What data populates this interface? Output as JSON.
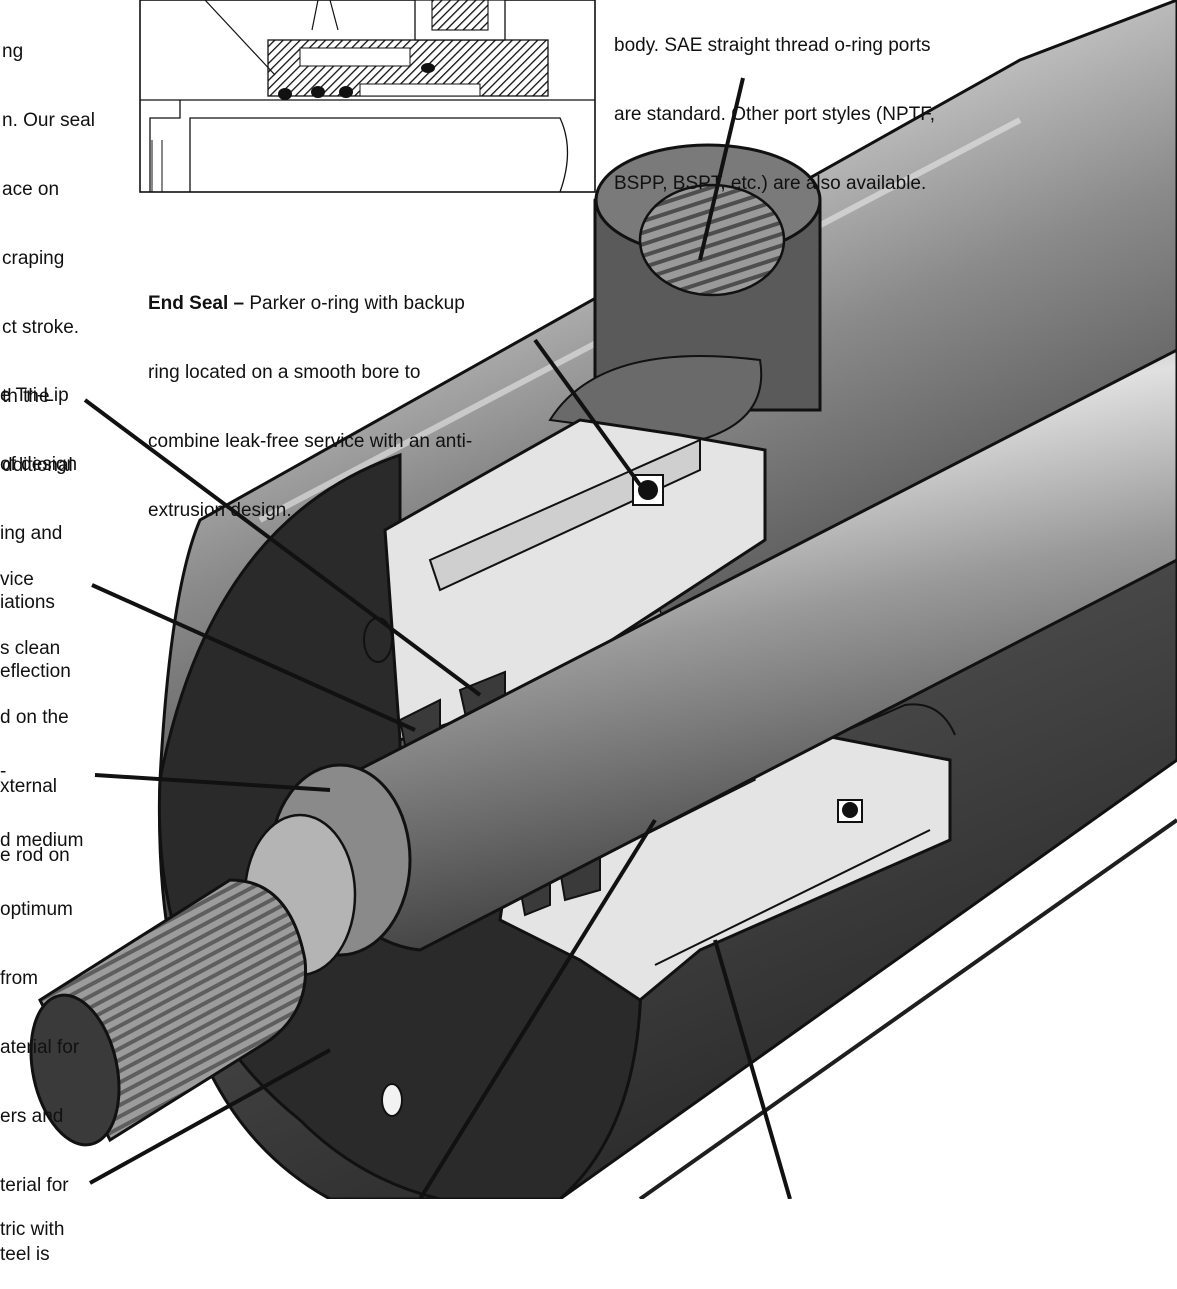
{
  "captions": {
    "port": {
      "lines": [
        "body. SAE straight thread o-ring ports",
        "are standard. Other port styles (NPTF,",
        "BSPP, BSPT, etc.) are also available."
      ]
    },
    "end_seal": {
      "title": "End Seal –",
      "first_line_rest": " Parker o-ring with backup",
      "lines": [
        "ring located on a smooth bore to",
        "combine leak-free service with an anti-",
        "extrusion design."
      ]
    },
    "top_left": {
      "lines": [
        "ng",
        "n. Our seal",
        "ace on",
        "craping",
        "ct stroke.",
        "th the",
        "dditional"
      ]
    },
    "tri_lip": {
      "lines": [
        "e Tri-Lip",
        "of design",
        "ing and",
        "iations",
        "eflection"
      ]
    },
    "wiper": {
      "lines": [
        "vice",
        "s clean",
        "d on the",
        "xternal",
        "e rod on"
      ]
    },
    "rod": {
      "lines": [
        "-",
        "d medium",
        "optimum",
        "from",
        "aterial for",
        "ers and",
        "terial for",
        "teel is"
      ]
    },
    "bottom": {
      "lines": [
        "tric with"
      ]
    }
  },
  "colors": {
    "line": "#111111",
    "barrel_dark": "#3a3a3a",
    "barrel_mid": "#8c8c8c",
    "barrel_light": "#d8d8d8",
    "cut_face": "#e6e6e6",
    "end_face": "#2a2a2a"
  }
}
